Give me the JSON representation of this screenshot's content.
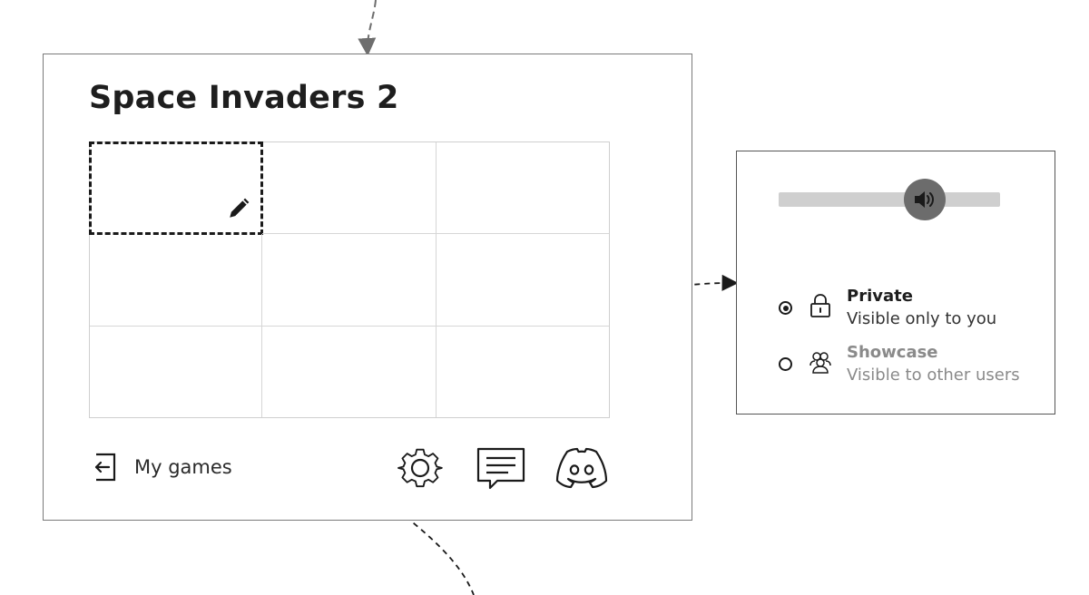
{
  "game": {
    "title": "Space Invaders 2",
    "grid_rows": 3,
    "grid_cols": 3,
    "selected_cell": 0
  },
  "footer": {
    "back_label": "My games",
    "back_icon": "exit-icon",
    "tools": [
      {
        "name": "settings",
        "icon": "gear-icon"
      },
      {
        "name": "chat",
        "icon": "chat-bubble-icon"
      },
      {
        "name": "discord",
        "icon": "discord-icon"
      }
    ]
  },
  "settings_panel": {
    "volume_level": 0.66,
    "volume_icon": "speaker-icon",
    "visibility_options": [
      {
        "title": "Private",
        "subtitle": "Visible only to you",
        "icon": "lock-icon",
        "selected": true
      },
      {
        "title": "Showcase",
        "subtitle": "Visible to other users",
        "icon": "users-icon",
        "selected": false
      }
    ]
  },
  "colors": {
    "ink": "#1a1a1a",
    "border": "#7a7a7a",
    "muted_text": "#8a8a8a",
    "slider_track": "#cfcfcf",
    "slider_knob": "#6c6c6c"
  }
}
